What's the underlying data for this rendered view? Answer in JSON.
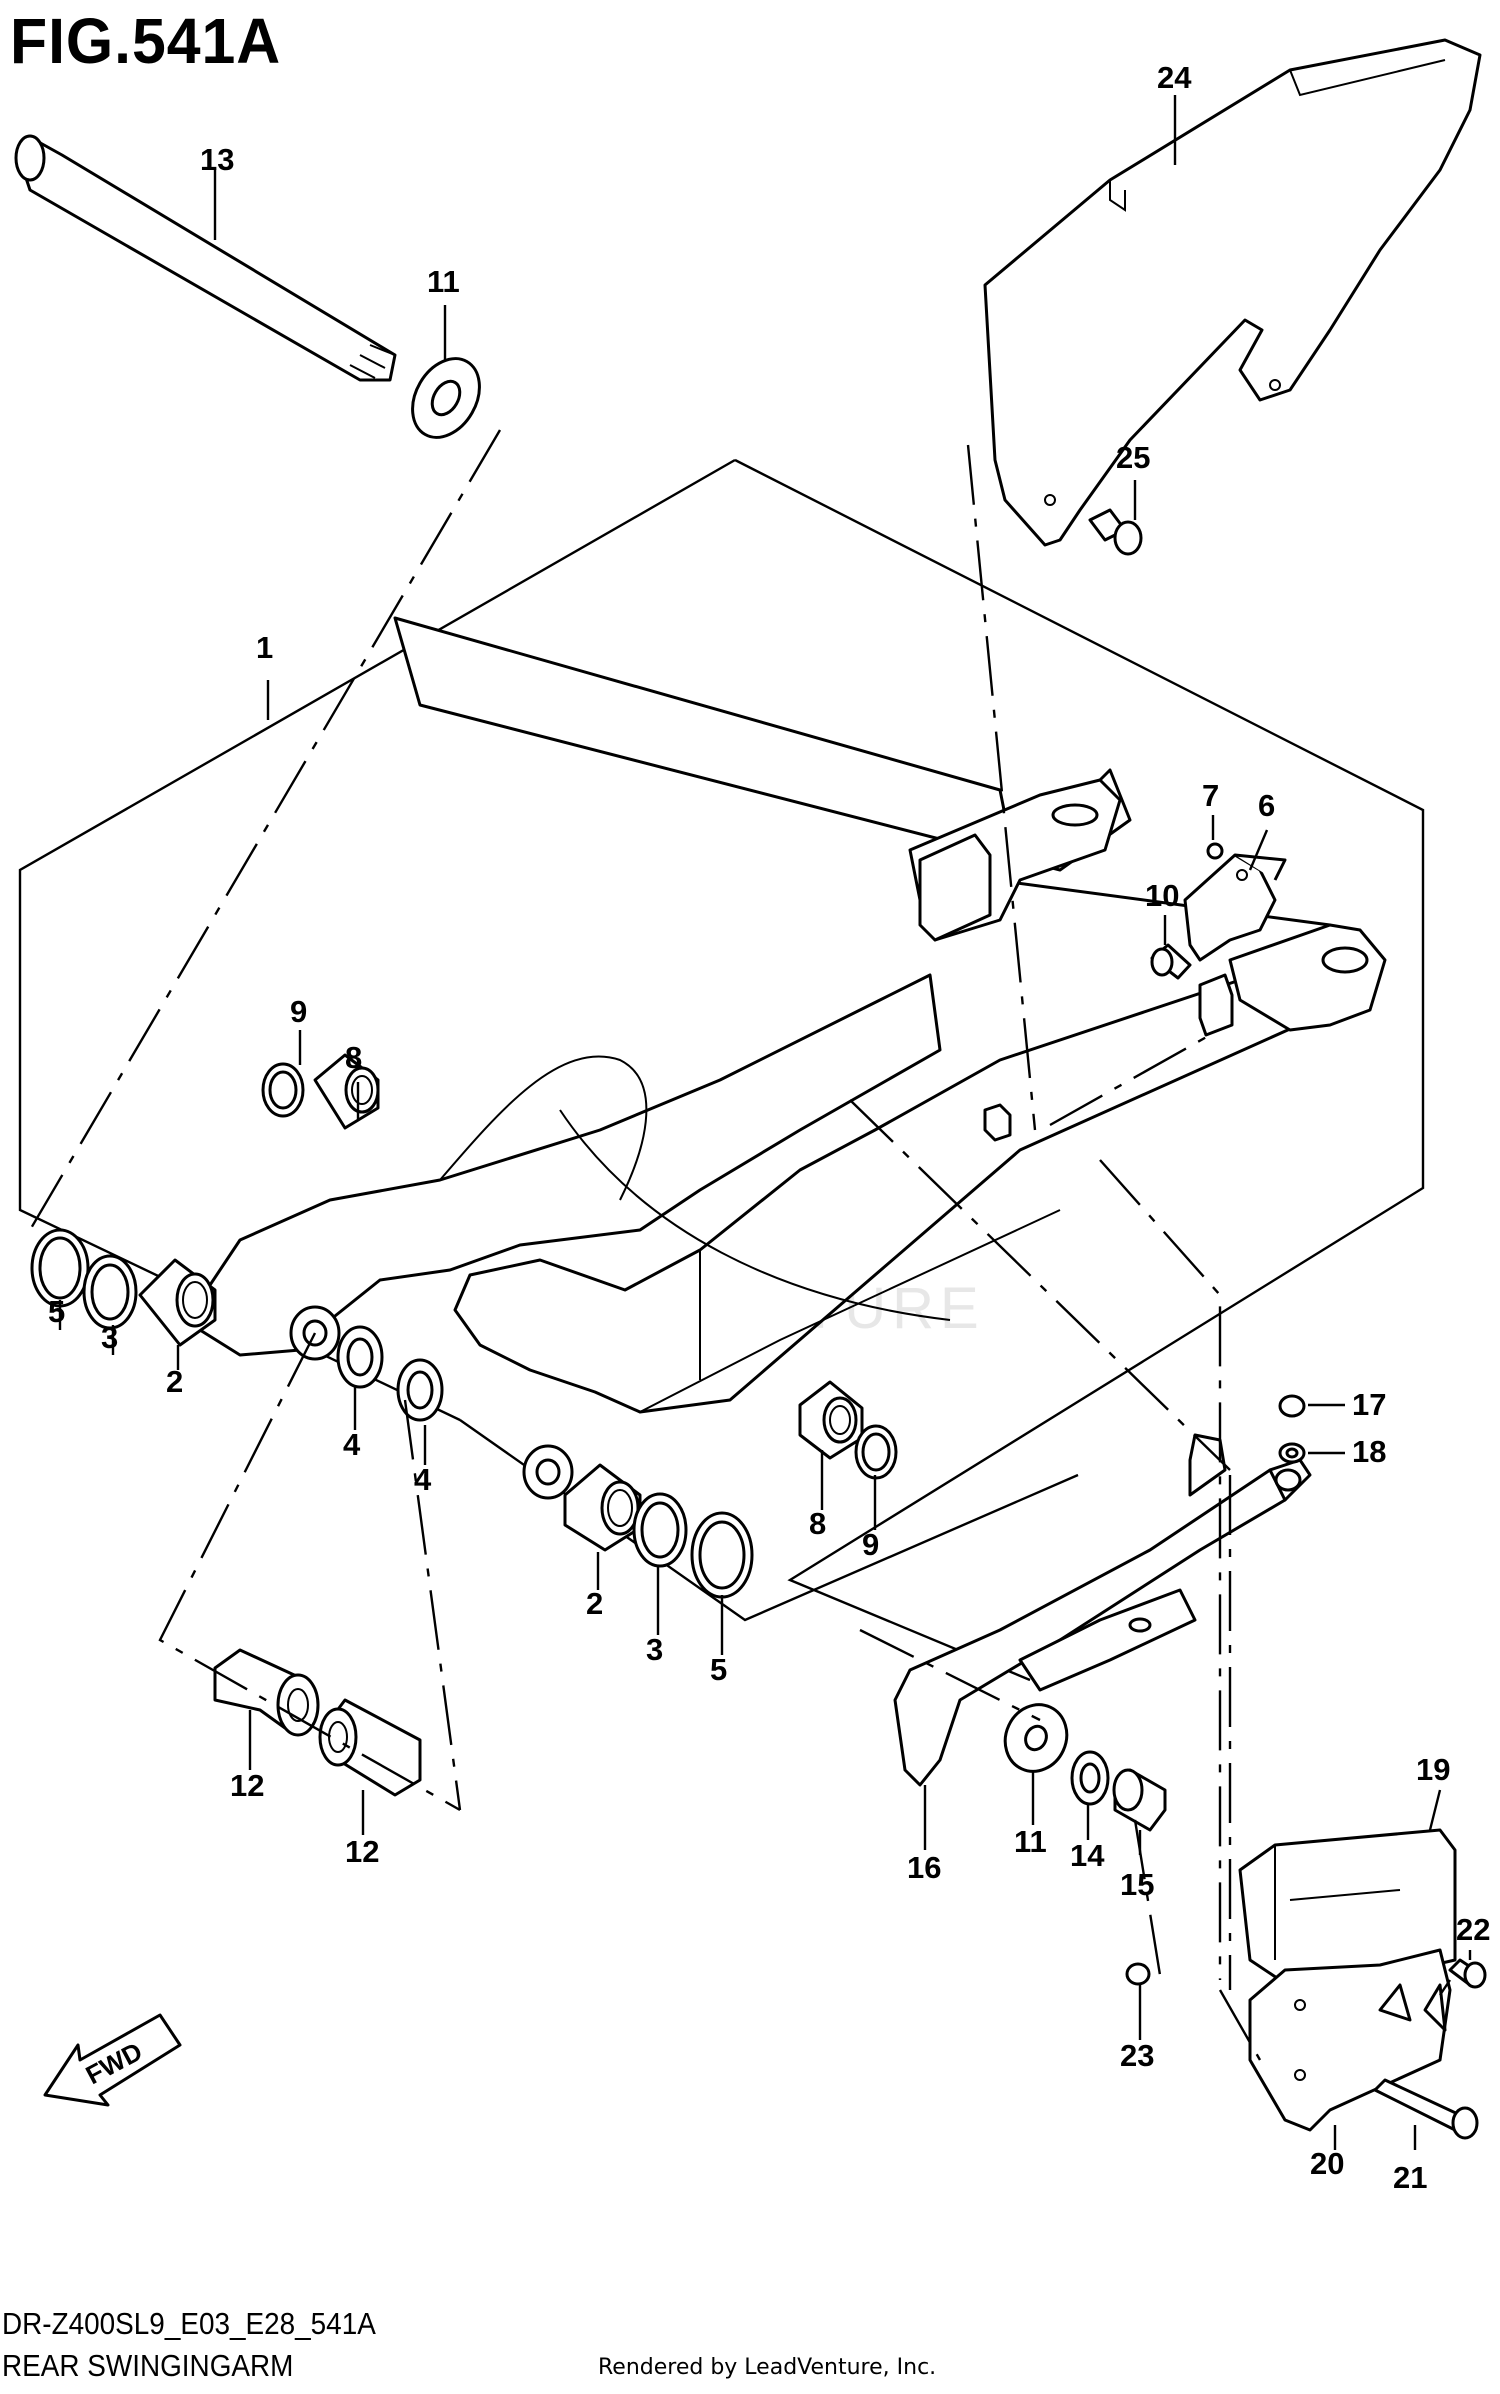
{
  "figure": {
    "title": "FIG.541A",
    "code": "DR-Z400SL9_E03_E28_541A",
    "subtitle": "REAR SWINGINGARM",
    "credit": "Rendered by LeadVenture, Inc.",
    "watermark": "LEADVENTURE",
    "fwd_label": "FWD"
  },
  "callouts": [
    {
      "id": "c1",
      "label": "1"
    },
    {
      "id": "c2a",
      "label": "2"
    },
    {
      "id": "c2b",
      "label": "2"
    },
    {
      "id": "c3a",
      "label": "3"
    },
    {
      "id": "c3b",
      "label": "3"
    },
    {
      "id": "c4a",
      "label": "4"
    },
    {
      "id": "c4b",
      "label": "4"
    },
    {
      "id": "c5a",
      "label": "5"
    },
    {
      "id": "c5b",
      "label": "5"
    },
    {
      "id": "c6",
      "label": "6"
    },
    {
      "id": "c7",
      "label": "7"
    },
    {
      "id": "c8a",
      "label": "8"
    },
    {
      "id": "c8b",
      "label": "8"
    },
    {
      "id": "c9a",
      "label": "9"
    },
    {
      "id": "c9b",
      "label": "9"
    },
    {
      "id": "c10",
      "label": "10"
    },
    {
      "id": "c11a",
      "label": "11"
    },
    {
      "id": "c11b",
      "label": "11"
    },
    {
      "id": "c12a",
      "label": "12"
    },
    {
      "id": "c12b",
      "label": "12"
    },
    {
      "id": "c13",
      "label": "13"
    },
    {
      "id": "c14",
      "label": "14"
    },
    {
      "id": "c15",
      "label": "15"
    },
    {
      "id": "c16",
      "label": "16"
    },
    {
      "id": "c17",
      "label": "17"
    },
    {
      "id": "c18",
      "label": "18"
    },
    {
      "id": "c19",
      "label": "19"
    },
    {
      "id": "c20",
      "label": "20"
    },
    {
      "id": "c21",
      "label": "21"
    },
    {
      "id": "c22",
      "label": "22"
    },
    {
      "id": "c23",
      "label": "23"
    },
    {
      "id": "c24",
      "label": "24"
    },
    {
      "id": "c25",
      "label": "25"
    }
  ]
}
